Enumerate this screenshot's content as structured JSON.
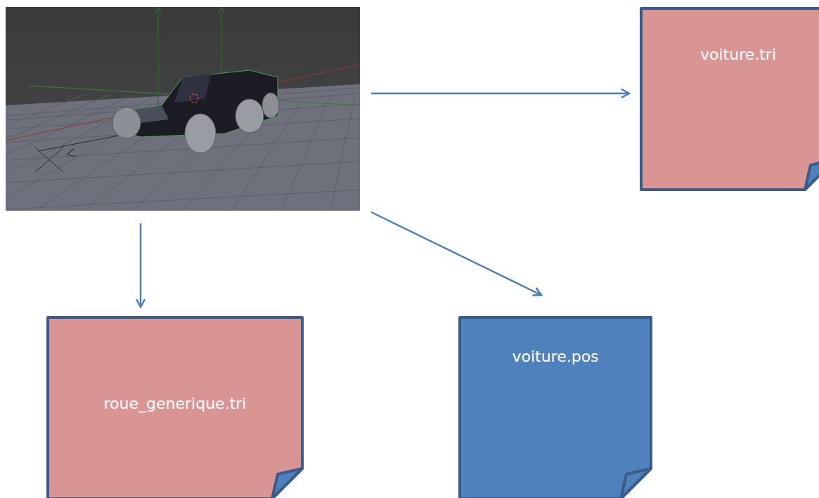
{
  "diagram": {
    "nodes": [
      {
        "text": [
          "voiture.tri"
        ]
      },
      {
        "text": [
          "roue_generique.tri"
        ]
      },
      {
        "text": [
          "voiture.pos"
        ]
      }
    ]
  }
}
